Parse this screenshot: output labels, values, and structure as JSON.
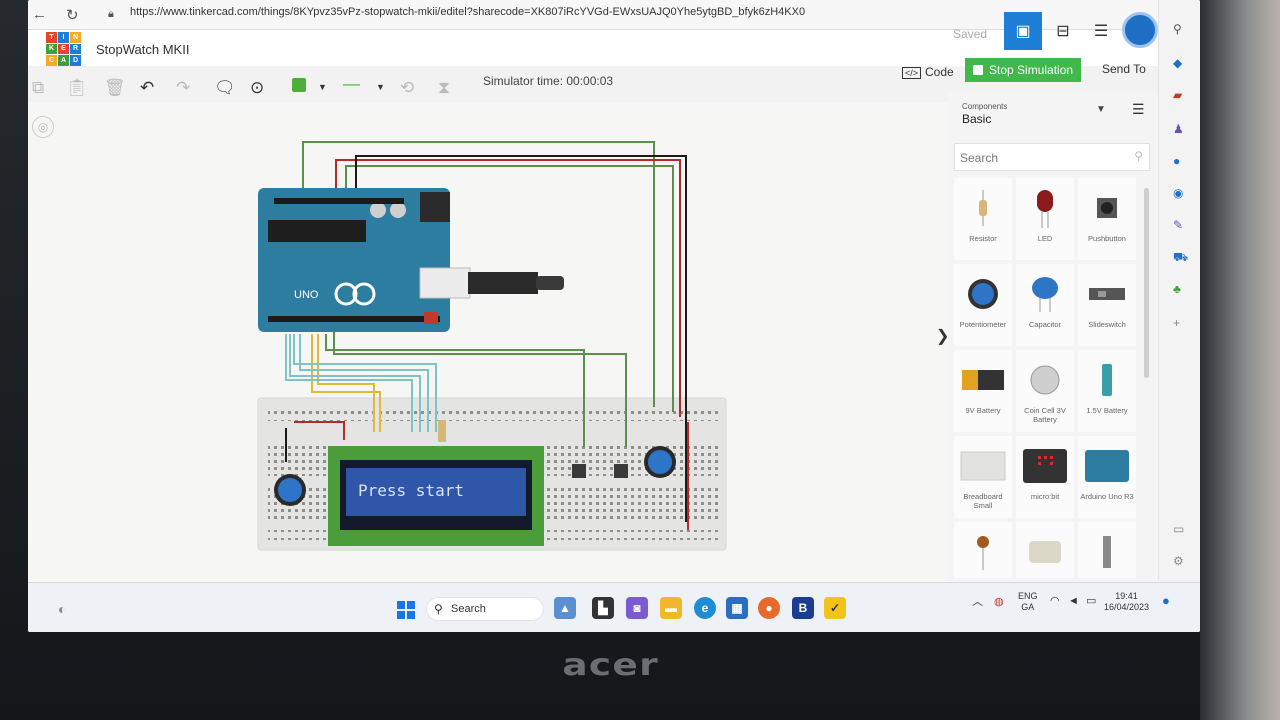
{
  "browser": {
    "url": "https://www.tinkercad.com/things/8KYpvz35vPz-stopwatch-mkii/editel?sharecode=XK807iRcYVGd-EWxsUAJQ0Yhe5ytgBD_bfyk6zH4KX0"
  },
  "header": {
    "logo_letters": [
      "TIN",
      "KER",
      "CAD"
    ],
    "title": "StopWatch MKII",
    "saved_label": "Saved"
  },
  "toolbar": {
    "simulator_time": "Simulator time: 00:00:03",
    "code_label": "Code",
    "stop_label": "Stop Simulation",
    "send_to_label": "Send To",
    "wire_color": "#4caf3a"
  },
  "canvas": {
    "lcd_text": "Press start",
    "arduino_label": "UNO"
  },
  "panel": {
    "components_label": "Components",
    "selected": "Basic",
    "search_placeholder": "Search",
    "items": [
      {
        "label": "Resistor"
      },
      {
        "label": "LED"
      },
      {
        "label": "Pushbutton"
      },
      {
        "label": "Potentiometer"
      },
      {
        "label": "Capacitor"
      },
      {
        "label": "Slideswitch"
      },
      {
        "label": "9V Battery"
      },
      {
        "label": "Coin Cell 3V Battery"
      },
      {
        "label": "1.5V Battery"
      },
      {
        "label": "Breadboard Small"
      },
      {
        "label": "micro:bit"
      },
      {
        "label": "Arduino Uno R3"
      }
    ]
  },
  "taskbar": {
    "search_label": "Search",
    "lang": "ENG",
    "lang2": "GA",
    "time": "19:41",
    "date": "16/04/2023"
  },
  "laptop_brand": "acer"
}
